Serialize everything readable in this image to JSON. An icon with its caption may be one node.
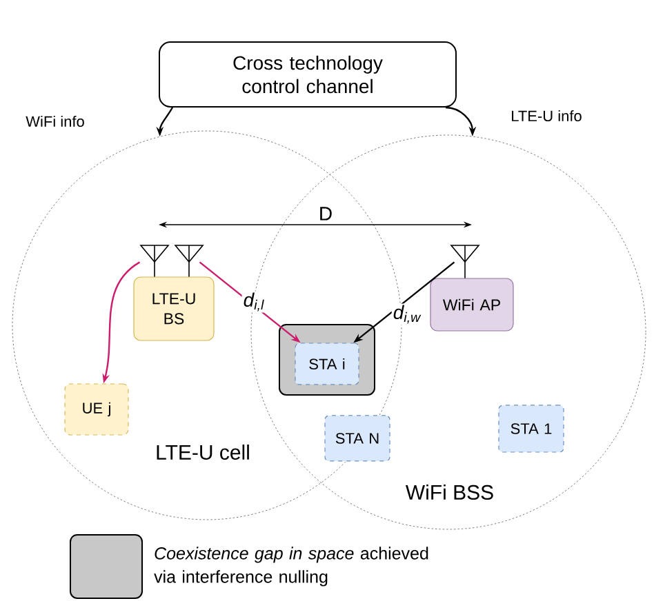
{
  "diagram": {
    "nodes": [
      {
        "text": [
          "Cross technology control channel"
        ]
      },
      {
        "text": [
          "LTE-U cell"
        ]
      },
      {
        "text": [
          "WiFi BSS"
        ]
      },
      {
        "text": [],
        "shape": "antenna",
        "in": 1
      },
      {
        "text": [],
        "shape": "antenna",
        "in": 1
      },
      {
        "text": [
          "LTE-U BS"
        ],
        "in": 1
      },
      {
        "text": [],
        "shape": "antenna",
        "in": 2
      },
      {
        "text": [
          "WiFi AP"
        ],
        "in": 2
      },
      {
        "text": [
          "UE j"
        ],
        "in": 1
      },
      {
        "text": [],
        "shape": "box"
      },
      {
        "text": [
          "STA i"
        ],
        "in": 9
      },
      {
        "text": [
          "STA N"
        ]
      },
      {
        "text": [
          "STA 1"
        ],
        "in": 2
      }
    ],
    "edges": [
      {
        "from": 0,
        "to": 1,
        "arrow": "to",
        "label": "WiFi info"
      },
      {
        "from": 0,
        "to": 2,
        "arrow": "to",
        "label": "LTE-U info"
      },
      {
        "from": 3,
        "to": 8,
        "arrow": "to",
        "color": "#cc1c6c"
      },
      {
        "from": 4,
        "to": 10,
        "arrow": "to",
        "color": "#cc1c6c",
        "label": "d$_{i,l}$"
      },
      {
        "from": 6,
        "to": 10,
        "arrow": "to",
        "label": "d$_{i,w}$"
      }
    ],
    "labels": [
      "D"
    ],
    "legend": [
      {
        "text": "*Coexistence gap in space* achieved via interference nulling",
        "color": "#c8c8c8"
      }
    ]
  }
}
